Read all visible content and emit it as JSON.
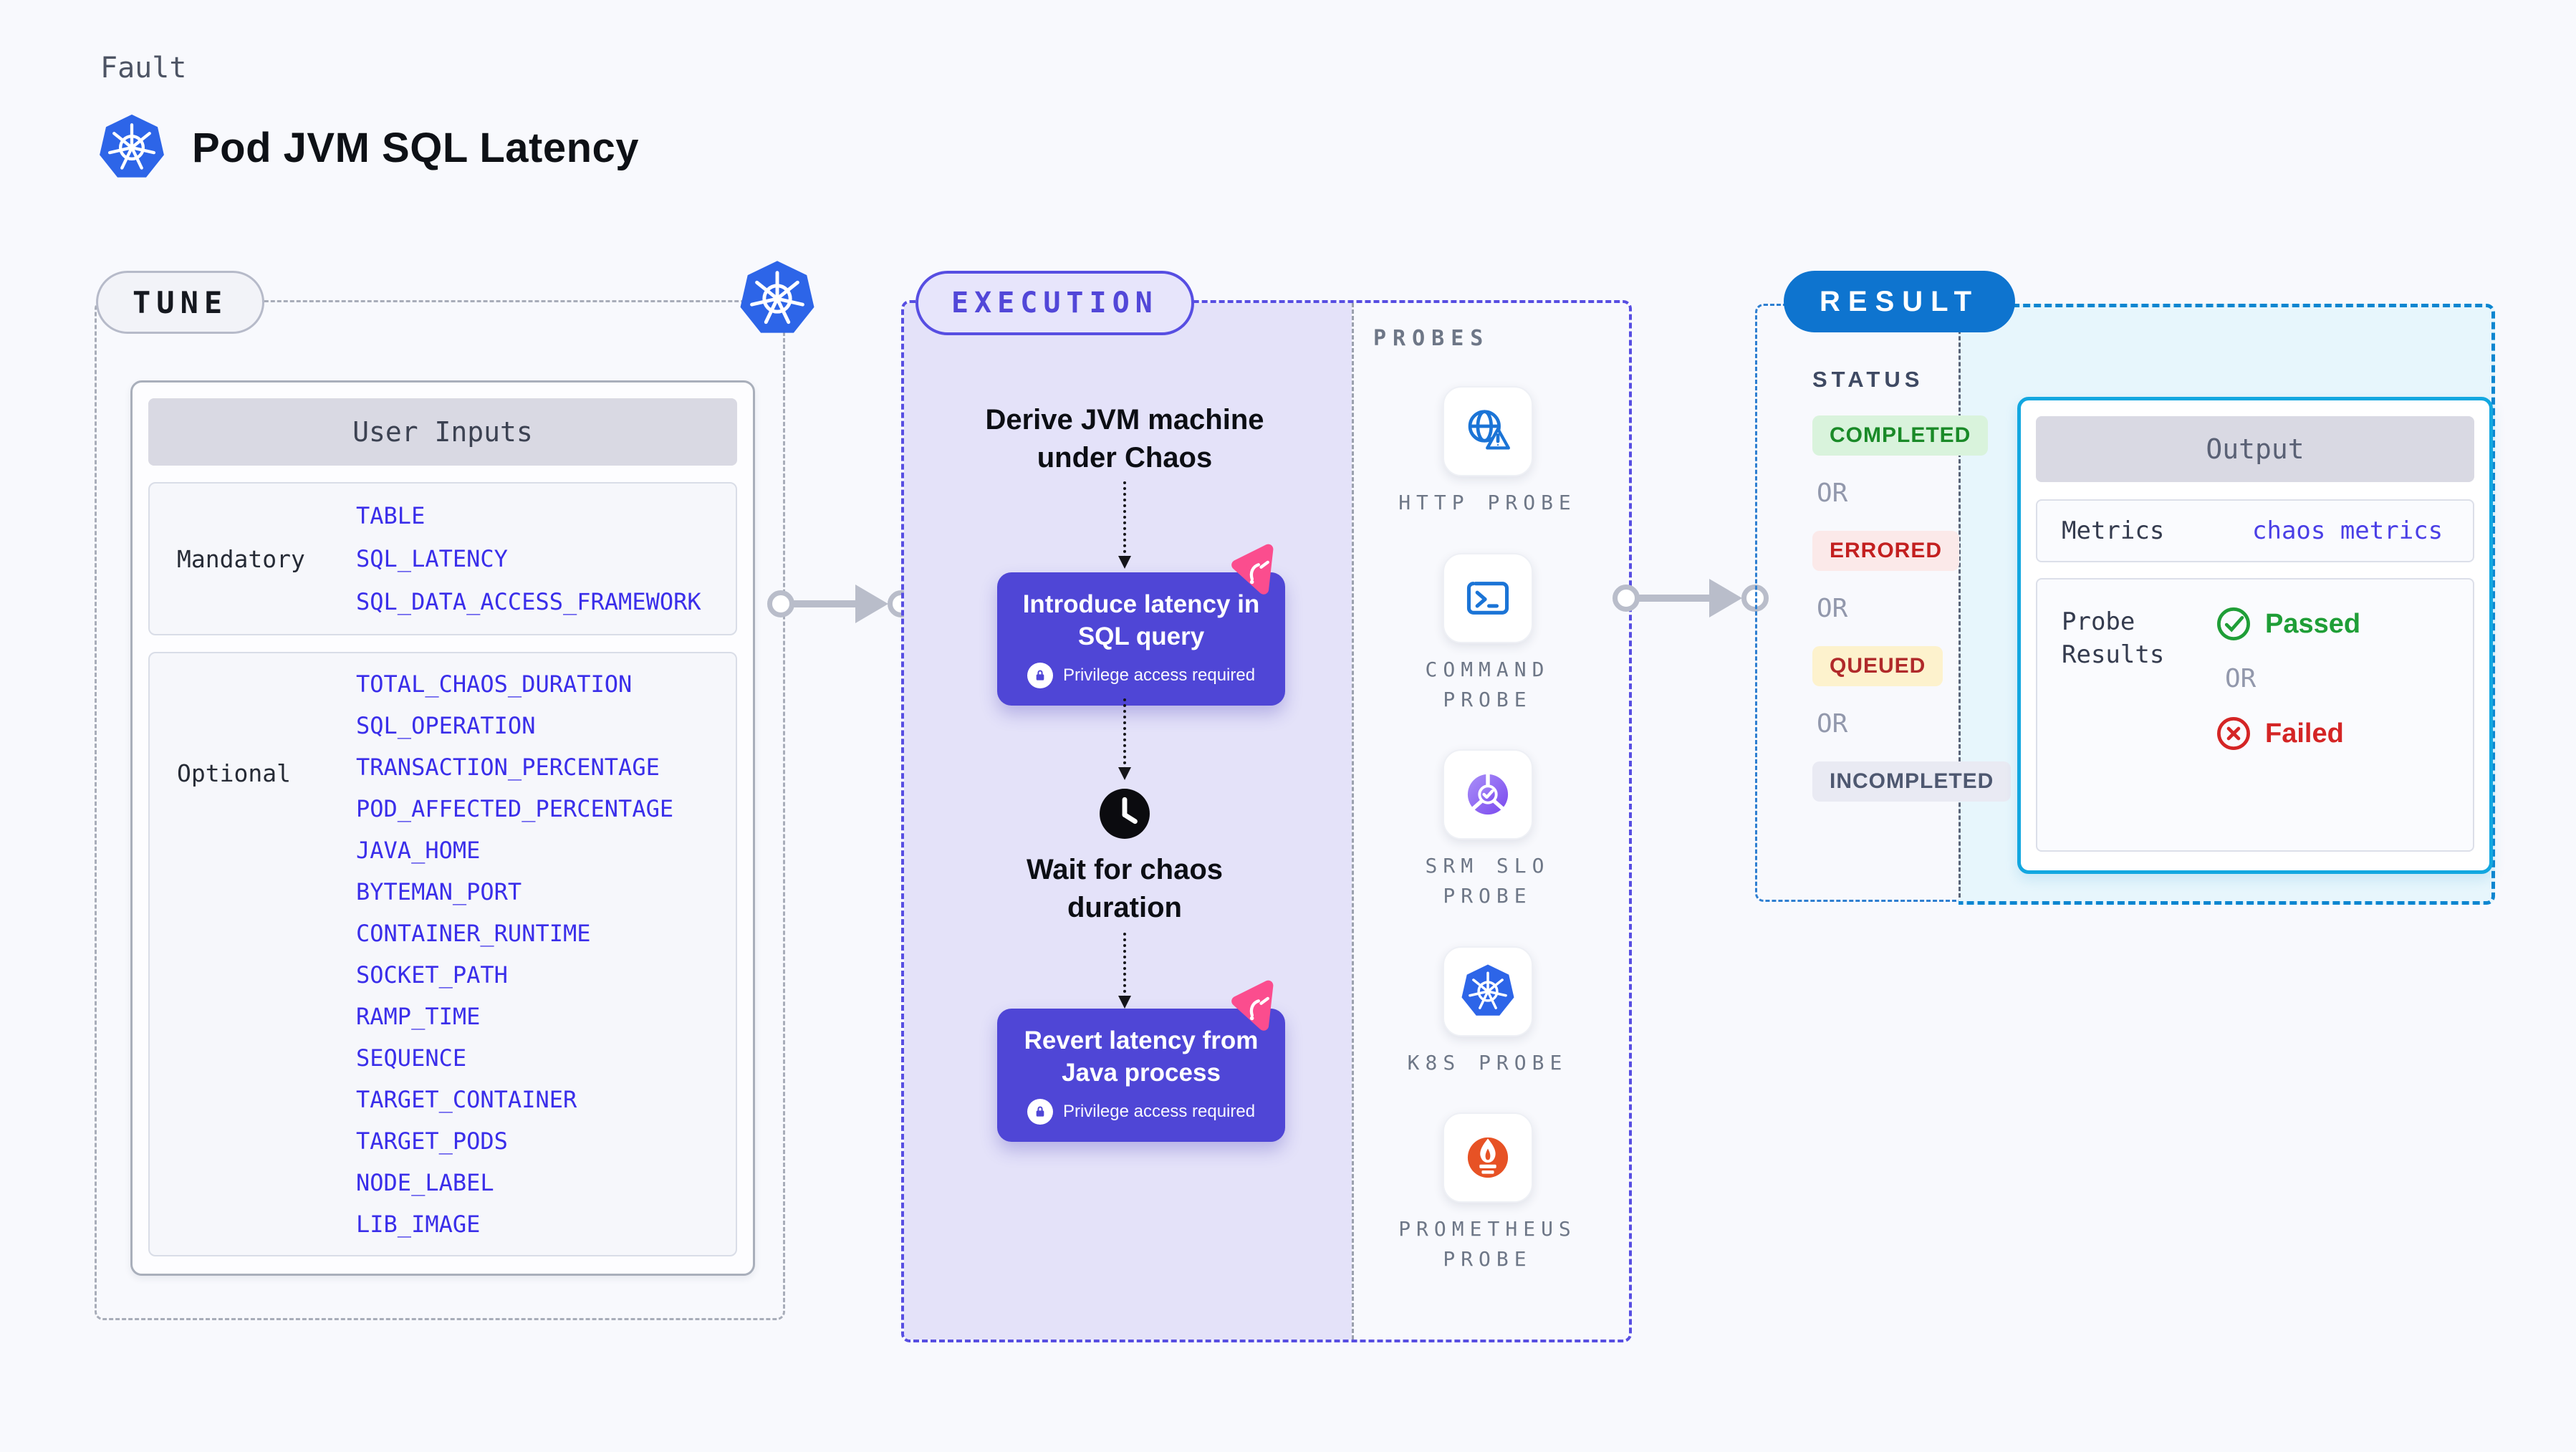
{
  "page": {
    "kicker": "Fault",
    "title": "Pod JVM SQL Latency"
  },
  "tune": {
    "badge": "TUNE",
    "card_title": "User Inputs",
    "mandatory": {
      "label": "Mandatory",
      "items": [
        "TABLE",
        "SQL_LATENCY",
        "SQL_DATA_ACCESS_FRAMEWORK"
      ]
    },
    "optional": {
      "label": "Optional",
      "items": [
        "TOTAL_CHAOS_DURATION",
        "SQL_OPERATION",
        "TRANSACTION_PERCENTAGE",
        "POD_AFFECTED_PERCENTAGE",
        "JAVA_HOME",
        "BYTEMAN_PORT",
        "CONTAINER_RUNTIME",
        "SOCKET_PATH",
        "RAMP_TIME",
        "SEQUENCE",
        "TARGET_CONTAINER",
        "TARGET_PODS",
        "NODE_LABEL",
        "LIB_IMAGE"
      ]
    }
  },
  "execution": {
    "badge": "EXECUTION",
    "derive_text": "Derive JVM machine under Chaos",
    "action1_text": "Introduce latency in SQL query",
    "wait_text": "Wait for chaos duration",
    "action2_text": "Revert latency from Java process",
    "privilege_text": "Privilege access required"
  },
  "probes": {
    "heading": "PROBES",
    "items": [
      {
        "label": "HTTP PROBE",
        "icon": "globe-warning-icon"
      },
      {
        "label": "COMMAND PROBE",
        "icon": "terminal-icon"
      },
      {
        "label": "SRM SLO PROBE",
        "icon": "slo-gauge-icon"
      },
      {
        "label": "K8S PROBE",
        "icon": "kubernetes-icon"
      },
      {
        "label": "PROMETHEUS PROBE",
        "icon": "prometheus-flame-icon"
      }
    ]
  },
  "result": {
    "badge": "RESULT",
    "status_label": "STATUS",
    "or_label": "OR",
    "statuses": [
      "COMPLETED",
      "ERRORED",
      "QUEUED",
      "INCOMPLETED"
    ],
    "output": {
      "title": "Output",
      "metrics_label": "Metrics",
      "metrics_value": "chaos metrics",
      "probe_results_label": "Probe Results",
      "passed": "Passed",
      "failed": "Failed"
    }
  },
  "colors": {
    "k8s_blue": "#2d65e8",
    "indigo_action": "#4f46d6",
    "indigo_dash": "#574ee2",
    "lavender_fill": "#e4e2f9",
    "param_link_blue": "#3a2eea",
    "pink_chaos": "#fb4d8e",
    "result_blue": "#0e74cf",
    "cyan_border": "#12a7e0",
    "cyan_fill": "#e7f6fc",
    "green_passed": "#1f9e37",
    "red_failed": "#d42525",
    "completed_bg": "#d9f3dc",
    "errored_bg": "#fbe9e9",
    "queued_bg": "#fdf2cd",
    "incompleted_bg": "#e9eaf3",
    "prometheus_orange": "#e75225",
    "probe_icon_blue": "#1b74d6",
    "srm_purple": "#7a48ee"
  }
}
